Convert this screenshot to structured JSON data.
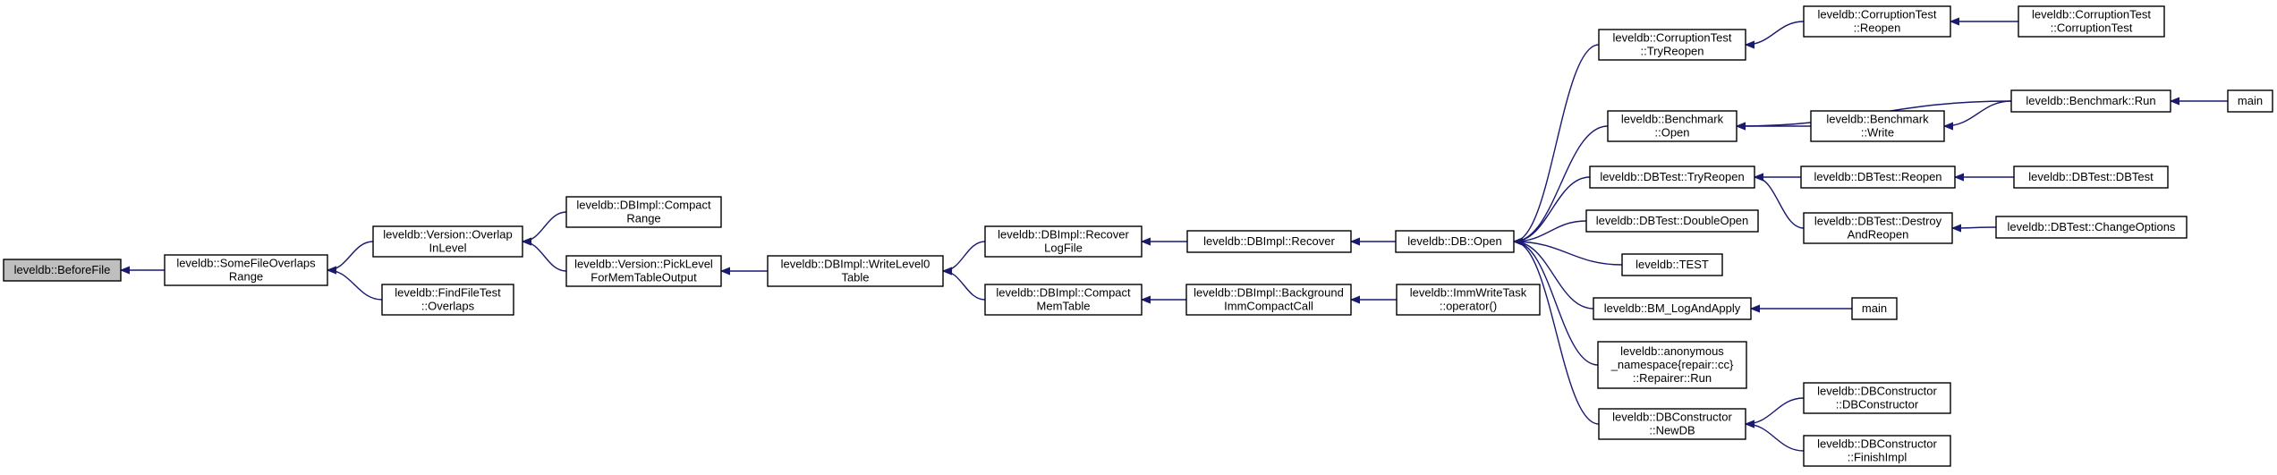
{
  "graph": {
    "colors": {
      "edge": "#191970",
      "root_fill": "#bfbfbf",
      "node_fill": "#ffffff",
      "border": "#000000"
    },
    "nodes": [
      {
        "id": "beforefile",
        "lines": [
          "leveldb::BeforeFile"
        ],
        "root": true
      },
      {
        "id": "somefileoverlaps",
        "lines": [
          "leveldb::SomeFileOverlaps",
          "Range"
        ]
      },
      {
        "id": "overlapinlevel",
        "lines": [
          "leveldb::Version::Overlap",
          "InLevel"
        ]
      },
      {
        "id": "findfiletest_overlaps",
        "lines": [
          "leveldb::FindFileTest",
          "::Overlaps"
        ]
      },
      {
        "id": "compactrange",
        "lines": [
          "leveldb::DBImpl::Compact",
          "Range"
        ]
      },
      {
        "id": "picklevel",
        "lines": [
          "leveldb::Version::PickLevel",
          "ForMemTableOutput"
        ]
      },
      {
        "id": "writelevel0",
        "lines": [
          "leveldb::DBImpl::WriteLevel0",
          "Table"
        ]
      },
      {
        "id": "recoverlogfile",
        "lines": [
          "leveldb::DBImpl::Recover",
          "LogFile"
        ]
      },
      {
        "id": "compactmemtable",
        "lines": [
          "leveldb::DBImpl::Compact",
          "MemTable"
        ]
      },
      {
        "id": "recover",
        "lines": [
          "leveldb::DBImpl::Recover"
        ]
      },
      {
        "id": "backgroundcall",
        "lines": [
          "leveldb::DBImpl::Background",
          "ImmCompactCall"
        ]
      },
      {
        "id": "dbopen",
        "lines": [
          "leveldb::DB::Open"
        ]
      },
      {
        "id": "immwritetask",
        "lines": [
          "leveldb::ImmWriteTask",
          "::operator()"
        ]
      },
      {
        "id": "corruption_tryreopen",
        "lines": [
          "leveldb::CorruptionTest",
          "::TryReopen"
        ]
      },
      {
        "id": "benchmark_open",
        "lines": [
          "leveldb::Benchmark",
          "::Open"
        ]
      },
      {
        "id": "dbtest_tryreopen",
        "lines": [
          "leveldb::DBTest::TryReopen"
        ]
      },
      {
        "id": "dbtest_doubleopen",
        "lines": [
          "leveldb::DBTest::DoubleOpen"
        ]
      },
      {
        "id": "leveldb_test",
        "lines": [
          "leveldb::TEST"
        ]
      },
      {
        "id": "bm_logandapply",
        "lines": [
          "leveldb::BM_LogAndApply"
        ]
      },
      {
        "id": "repairer_run",
        "lines": [
          "leveldb::anonymous",
          "_namespace{repair::cc}",
          "::Repairer::Run"
        ]
      },
      {
        "id": "dbconstructor_newdb",
        "lines": [
          "leveldb::DBConstructor",
          "::NewDB"
        ]
      },
      {
        "id": "corruption_reopen",
        "lines": [
          "leveldb::CorruptionTest",
          "::Reopen"
        ]
      },
      {
        "id": "benchmark_write",
        "lines": [
          "leveldb::Benchmark",
          "::Write"
        ]
      },
      {
        "id": "dbtest_reopen",
        "lines": [
          "leveldb::DBTest::Reopen"
        ]
      },
      {
        "id": "dbtest_destroyandreopen",
        "lines": [
          "leveldb::DBTest::Destroy",
          "AndReopen"
        ]
      },
      {
        "id": "dbconstructor_ctor",
        "lines": [
          "leveldb::DBConstructor",
          "::DBConstructor"
        ]
      },
      {
        "id": "dbconstructor_finishimpl",
        "lines": [
          "leveldb::DBConstructor",
          "::FinishImpl"
        ]
      },
      {
        "id": "corruption_ctor",
        "lines": [
          "leveldb::CorruptionTest",
          "::CorruptionTest"
        ]
      },
      {
        "id": "benchmark_run",
        "lines": [
          "leveldb::Benchmark::Run"
        ]
      },
      {
        "id": "main1",
        "lines": [
          "main"
        ]
      },
      {
        "id": "dbtest_ctor",
        "lines": [
          "leveldb::DBTest::DBTest"
        ]
      },
      {
        "id": "dbtest_changeoptions",
        "lines": [
          "leveldb::DBTest::ChangeOptions"
        ]
      },
      {
        "id": "main2",
        "lines": [
          "main"
        ]
      }
    ],
    "edges": [
      [
        "somefileoverlaps",
        "beforefile"
      ],
      [
        "overlapinlevel",
        "somefileoverlaps"
      ],
      [
        "findfiletest_overlaps",
        "somefileoverlaps"
      ],
      [
        "compactrange",
        "overlapinlevel"
      ],
      [
        "picklevel",
        "overlapinlevel"
      ],
      [
        "writelevel0",
        "picklevel"
      ],
      [
        "recoverlogfile",
        "writelevel0"
      ],
      [
        "compactmemtable",
        "writelevel0"
      ],
      [
        "recover",
        "recoverlogfile"
      ],
      [
        "backgroundcall",
        "compactmemtable"
      ],
      [
        "dbopen",
        "recover"
      ],
      [
        "immwritetask",
        "backgroundcall"
      ],
      [
        "corruption_tryreopen",
        "dbopen"
      ],
      [
        "benchmark_open",
        "dbopen"
      ],
      [
        "dbtest_tryreopen",
        "dbopen"
      ],
      [
        "dbtest_doubleopen",
        "dbopen"
      ],
      [
        "leveldb_test",
        "dbopen"
      ],
      [
        "bm_logandapply",
        "dbopen"
      ],
      [
        "repairer_run",
        "dbopen"
      ],
      [
        "dbconstructor_newdb",
        "dbopen"
      ],
      [
        "corruption_reopen",
        "corruption_tryreopen"
      ],
      [
        "benchmark_write",
        "benchmark_open"
      ],
      [
        "benchmark_run",
        "benchmark_open"
      ],
      [
        "dbtest_reopen",
        "dbtest_tryreopen"
      ],
      [
        "dbtest_destroyandreopen",
        "dbtest_tryreopen"
      ],
      [
        "main2",
        "bm_logandapply"
      ],
      [
        "dbconstructor_ctor",
        "dbconstructor_newdb"
      ],
      [
        "dbconstructor_finishimpl",
        "dbconstructor_newdb"
      ],
      [
        "corruption_ctor",
        "corruption_reopen"
      ],
      [
        "benchmark_run",
        "benchmark_write"
      ],
      [
        "main1",
        "benchmark_run"
      ],
      [
        "dbtest_ctor",
        "dbtest_reopen"
      ],
      [
        "dbtest_changeoptions",
        "dbtest_destroyandreopen"
      ]
    ]
  }
}
